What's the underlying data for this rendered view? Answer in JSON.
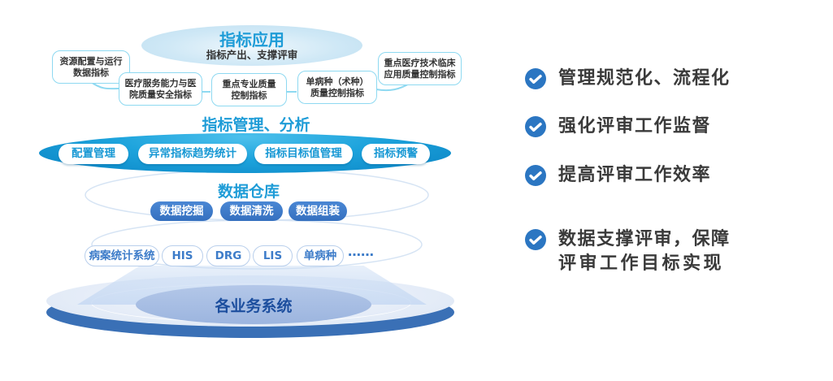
{
  "diagram": {
    "app_layer": {
      "title": "指标应用",
      "subtitle": "指标产出、支撑评审"
    },
    "indicator_boxes": [
      {
        "line1": "资源配置与运行",
        "line2": "数据指标"
      },
      {
        "line1": "医疗服务能力与医",
        "line2": "院质量安全指标"
      },
      {
        "line1": "重点专业质量",
        "line2": "控制指标"
      },
      {
        "line1": "单病种（术种）",
        "line2": "质量控制指标"
      },
      {
        "line1": "重点医疗技术临床",
        "line2": "应用质量控制指标"
      }
    ],
    "management_layer": {
      "title": "指标管理、分析",
      "pills": [
        "配置管理",
        "异常指标趋势统计",
        "指标目标值管理",
        "指标预警"
      ]
    },
    "warehouse_layer": {
      "title": "数据仓库",
      "pills": [
        "数据挖掘",
        "数据清洗",
        "数据组装"
      ]
    },
    "source_layer": {
      "pills": [
        "病案统计系统",
        "HIS",
        "DRG",
        "LIS",
        "单病种"
      ],
      "more": "……"
    },
    "base_layer": {
      "title": "各业务系统"
    }
  },
  "benefits": [
    {
      "line1": "管理规范化、流程化"
    },
    {
      "line1": "强化评审工作监督"
    },
    {
      "line1": "提高评审工作效率"
    },
    {
      "line1": "数据支撑评审，保障",
      "line2": "评审工作目标实现"
    }
  ],
  "icons": {
    "benefit_bullet": "check-circle-icon"
  },
  "colors": {
    "accent_blue": "#1e9cd7",
    "deep_blue_pill": "#3d7cc9",
    "navy_text": "#1c4e9e",
    "check_circle": "#2b76c2",
    "cyan_border": "#8ed9f1",
    "disk_rim": "#3a70b6",
    "dark_text": "#333333"
  }
}
